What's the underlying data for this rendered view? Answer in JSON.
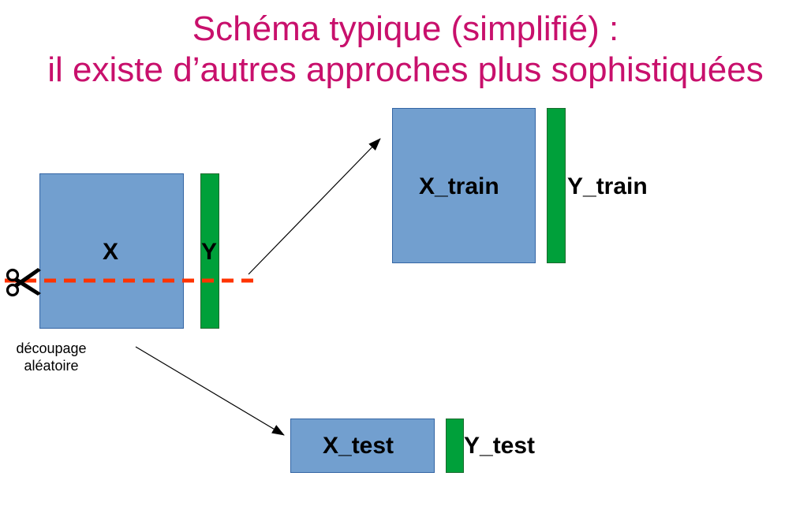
{
  "title": {
    "line1": "Schéma typique (simplifié) :",
    "line2": "il existe d’autres approches plus sophistiquées"
  },
  "source": {
    "x_label": "X",
    "y_label": "Y",
    "cut_label_line1": "découpage",
    "cut_label_line2": "aléatoire"
  },
  "train": {
    "x_label": "X_train",
    "y_label": "Y_train"
  },
  "test": {
    "x_label": "X_test",
    "y_label": "Y_test"
  },
  "colors": {
    "title": "#c8106c",
    "x_fill": "#729fcf",
    "y_fill": "#00a03a",
    "cut_line": "#ff3300"
  },
  "icons": {
    "cut": "scissors-icon"
  }
}
